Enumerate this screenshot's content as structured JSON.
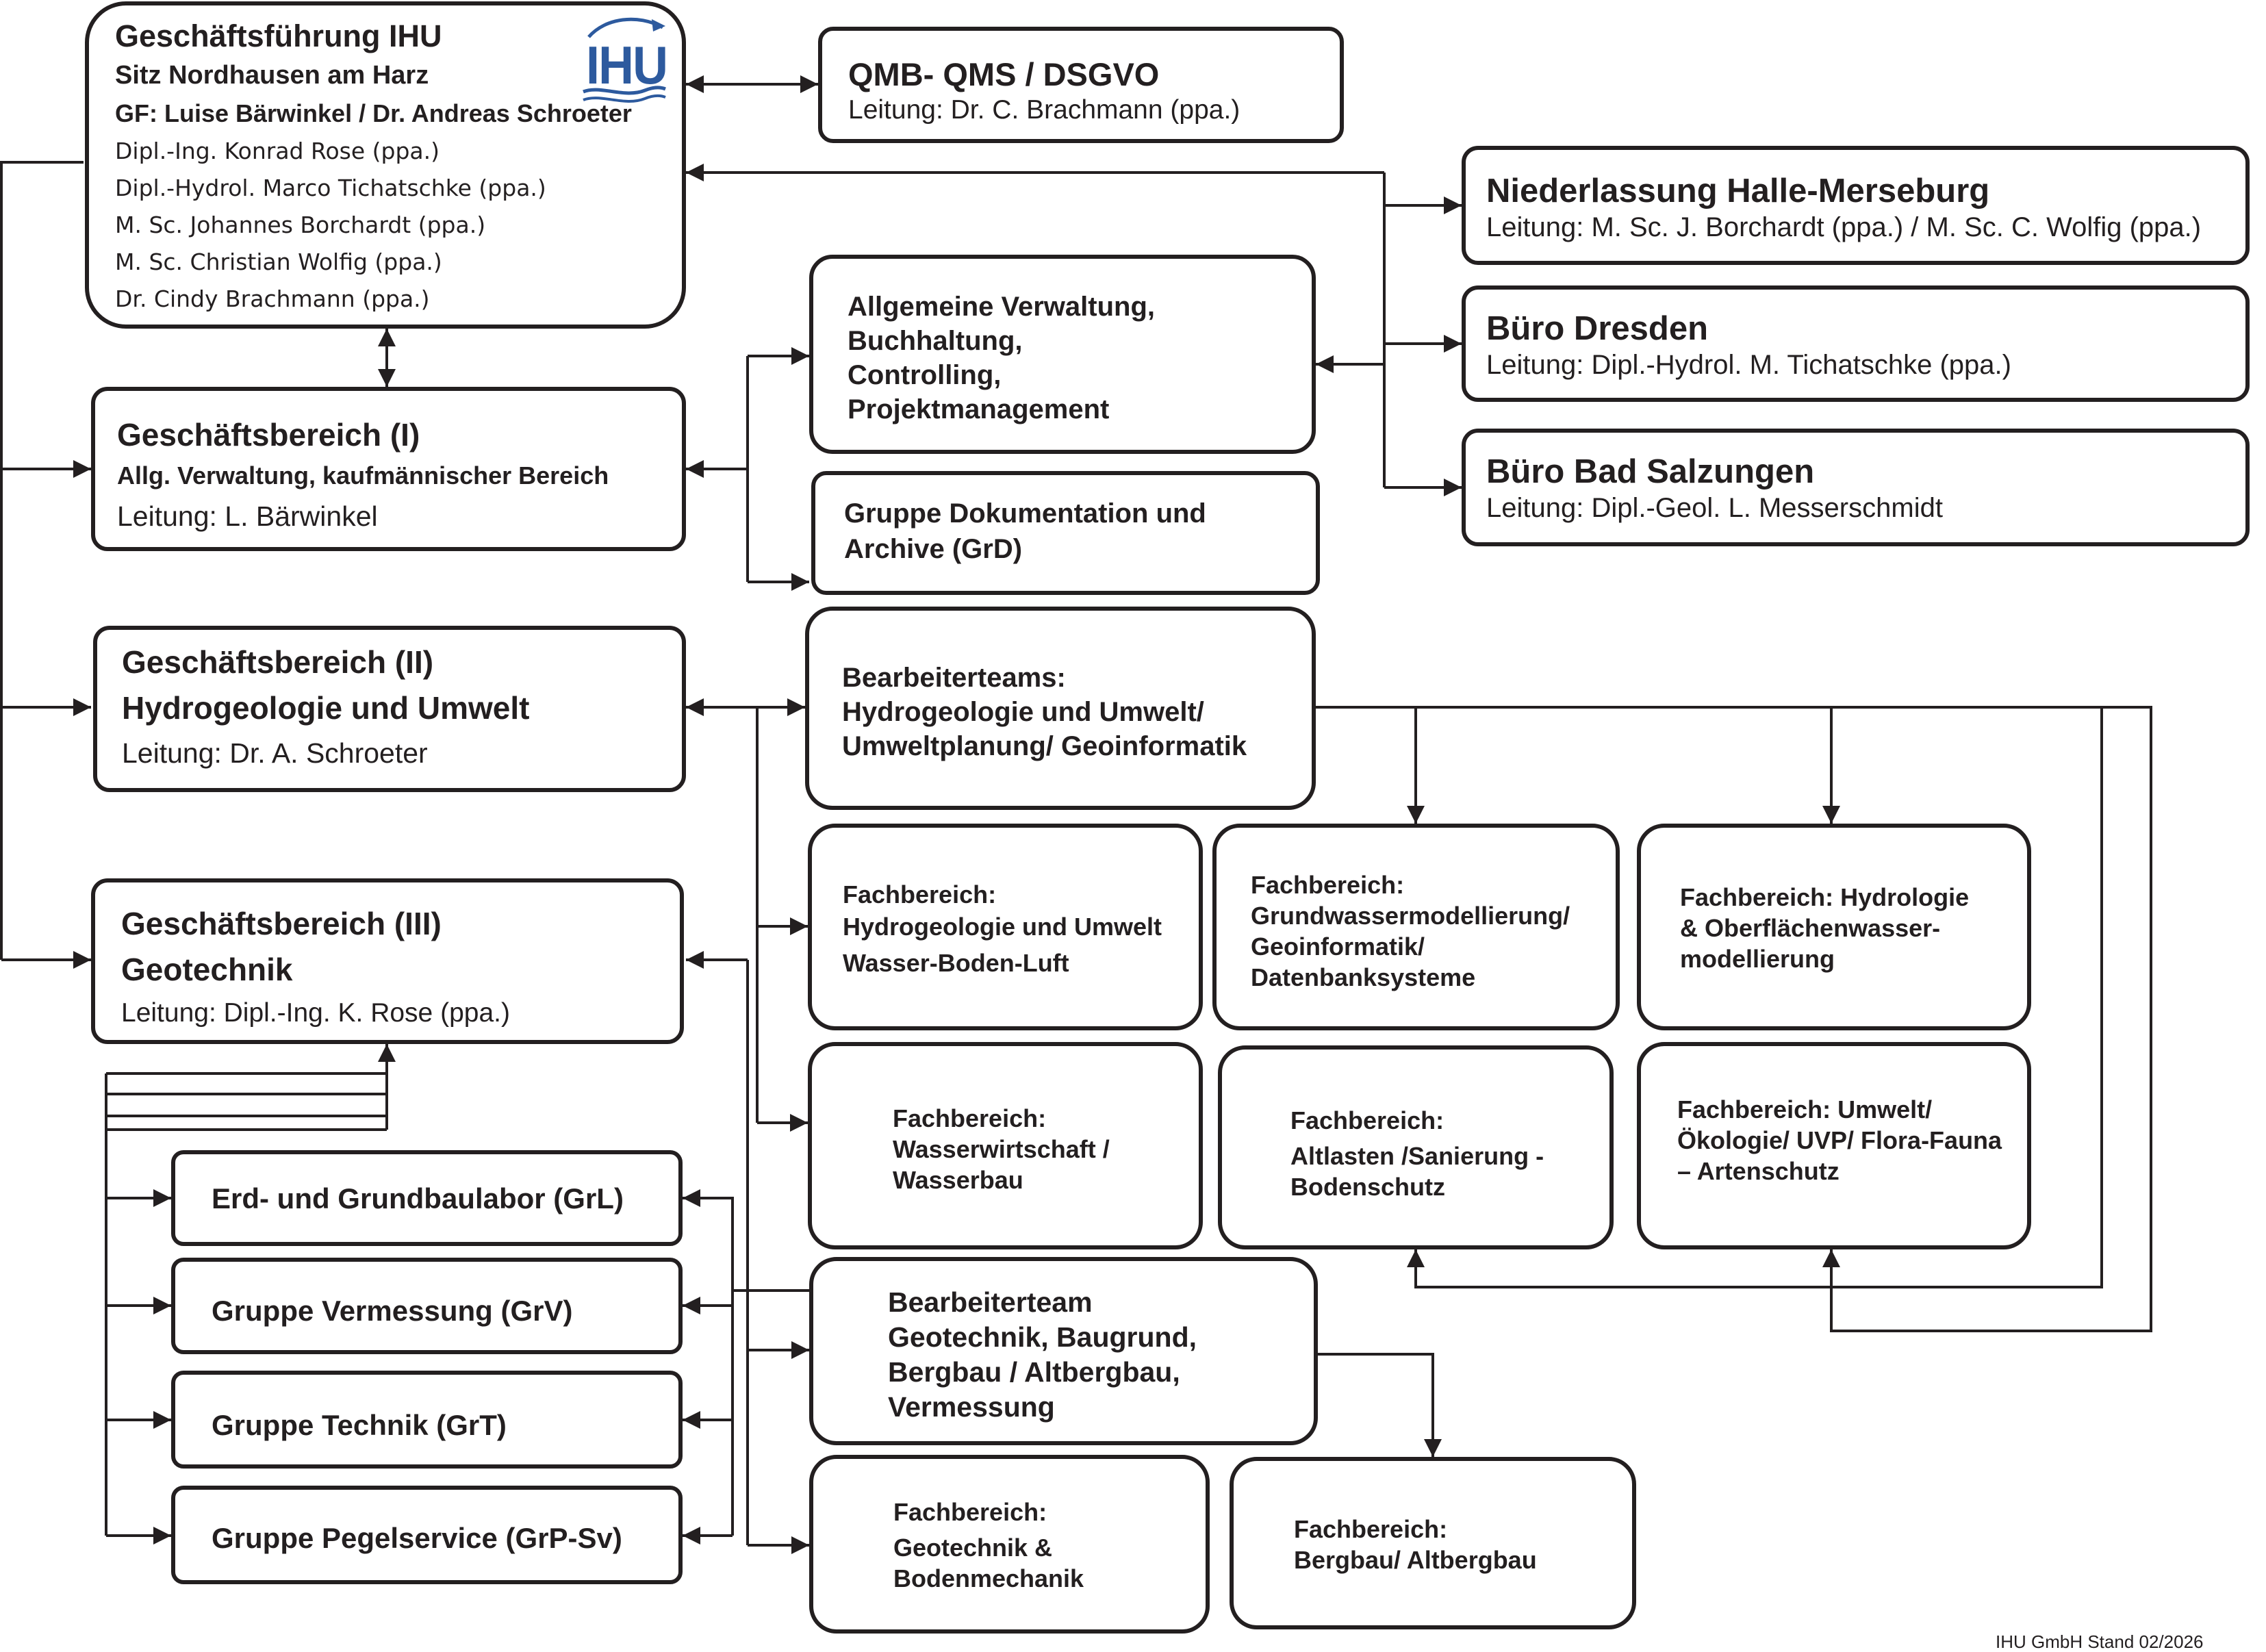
{
  "boxes": {
    "gf": {
      "title": "Geschäftsführung IHU",
      "line1": "Sitz Nordhausen am Harz",
      "line2": "GF: Luise Bärwinkel / Dr. Andreas Schroeter",
      "p1": "Dipl.-Ing. Konrad Rose (ppa.)",
      "p2": "Dipl.-Hydrol. Marco Tichatschke (ppa.)",
      "p3": "M. Sc. Johannes Borchardt (ppa.)",
      "p4": "M. Sc. Christian Wolfig (ppa.)",
      "p5": "Dr. Cindy Brachmann (ppa.)",
      "logo_text": "IHU"
    },
    "qmb": {
      "title": "QMB- QMS / DSGVO",
      "sub": "Leitung: Dr. C. Brachmann (ppa.)"
    },
    "halle": {
      "title": "Niederlassung Halle-Merseburg",
      "sub": "Leitung: M. Sc. J. Borchardt (ppa.) / M. Sc. C. Wolfig (ppa.)"
    },
    "dresden": {
      "title": "Büro Dresden",
      "sub": "Leitung: Dipl.-Hydrol. M. Tichatschke (ppa.)"
    },
    "salzungen": {
      "title": "Büro Bad Salzungen",
      "sub": "Leitung: Dipl.-Geol. L. Messerschmidt"
    },
    "gb1": {
      "title": "Geschäftsbereich (I)",
      "line1": "Allg. Verwaltung, kaufmännischer Bereich",
      "sub": "Leitung: L. Bärwinkel"
    },
    "verwaltung": {
      "l1": "Allgemeine Verwaltung,",
      "l2": "Buchhaltung,",
      "l3": "Controlling,",
      "l4": "Projektmanagement"
    },
    "grd": {
      "l1": "Gruppe Dokumentation und",
      "l2": "Archive  (GrD)"
    },
    "gb2": {
      "title": "Geschäftsbereich (II)",
      "line1": "Hydrogeologie und Umwelt",
      "sub": "Leitung: Dr. A. Schroeter"
    },
    "team_hydro": {
      "l1": "Bearbeiterteams:",
      "l2": "Hydrogeologie und Umwelt/",
      "l3": "Umweltplanung/ Geoinformatik"
    },
    "fb_hydro": {
      "l1": "Fachbereich:",
      "l2": "Hydrogeologie und Umwelt",
      "l3": "Wasser-Boden-Luft"
    },
    "fb_gw": {
      "l1": "Fachbereich:",
      "l2": "Grundwassermodellierung/",
      "l3": "Geoinformatik/",
      "l4": "Datenbanksysteme"
    },
    "fb_hydrologie": {
      "l1": "Fachbereich:  Hydrologie",
      "l2": "& Oberflächenwasser-",
      "l3": "modellierung"
    },
    "fb_wasser": {
      "l1": "Fachbereich:",
      "l2": "Wasserwirtschaft /",
      "l3": "Wasserbau"
    },
    "fb_altlasten": {
      "l1": "Fachbereich:",
      "l2": "Altlasten /Sanierung -",
      "l3": "Bodenschutz"
    },
    "fb_umwelt": {
      "l1": "Fachbereich: Umwelt/",
      "l2": "Ökologie/ UVP/ Flora-Fauna",
      "l3": "– Artenschutz"
    },
    "gb3": {
      "title": "Geschäftsbereich (III)",
      "line1": "Geotechnik",
      "sub": "Leitung: Dipl.-Ing. K. Rose (ppa.)"
    },
    "grl": {
      "label": "Erd- und Grundbaulabor (GrL)"
    },
    "grv": {
      "label": "Gruppe Vermessung (GrV)"
    },
    "grt": {
      "label": "Gruppe Technik (GrT)"
    },
    "grp": {
      "label": "Gruppe Pegelservice (GrP-Sv)"
    },
    "team_geo": {
      "l1": "Bearbeiterteam",
      "l2": "Geotechnik, Baugrund,",
      "l3": "Bergbau / Altbergbau,",
      "l4": "Vermessung"
    },
    "fb_geotechnik": {
      "l1": "Fachbereich:",
      "l2": "Geotechnik &",
      "l3": "Bodenmechanik"
    },
    "fb_bergbau": {
      "l1": "Fachbereich:",
      "l2": "Bergbau/ Altbergbau"
    }
  },
  "footer": {
    "stand": "IHU GmbH Stand 02/2026"
  }
}
